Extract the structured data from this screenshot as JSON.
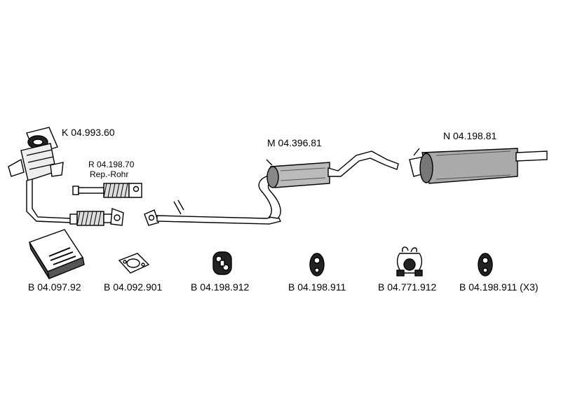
{
  "labels": {
    "catalyst": "K 04.993.60",
    "repair_pipe_code": "R 04.198.70",
    "repair_pipe_name": "Rep.-Rohr",
    "middle_silencer": "M 04.396.81",
    "rear_silencer": "N 04.198.81"
  },
  "parts": [
    {
      "code": "B 04.097.92",
      "icon": "mounting-kit-box-icon"
    },
    {
      "code": "B 04.092.901",
      "icon": "gasket-icon"
    },
    {
      "code": "B 04.198.912",
      "icon": "rubber-mount-icon"
    },
    {
      "code": "B 04.198.911",
      "icon": "rubber-ring-icon"
    },
    {
      "code": "B 04.771.912",
      "icon": "clamp-hanger-icon"
    },
    {
      "code": "B 04.198.911 (X3)",
      "icon": "rubber-ring-icon"
    }
  ]
}
